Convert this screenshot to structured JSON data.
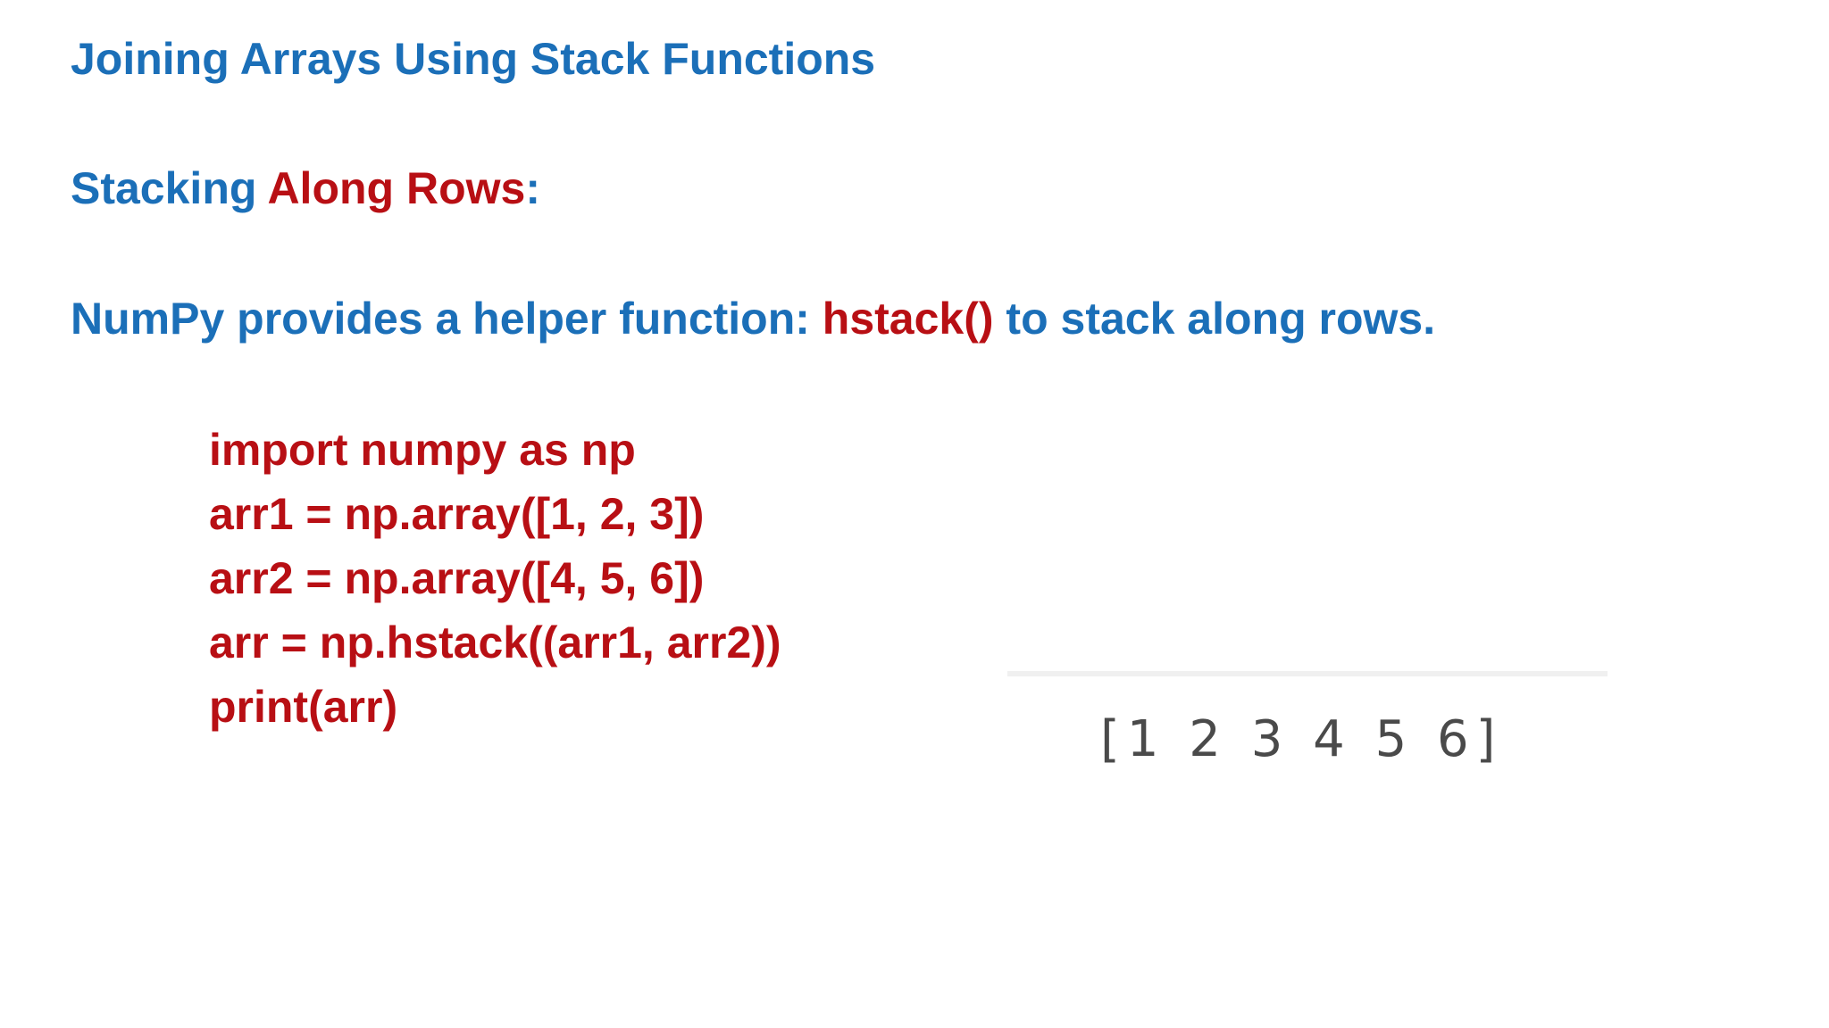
{
  "slide": {
    "title": "Joining Arrays Using Stack Functions",
    "subtitle": {
      "prefix": "Stacking ",
      "highlight": "Along Rows",
      "suffix": ":"
    },
    "description": {
      "prefix": "NumPy provides a helper function: ",
      "highlight": "hstack()",
      "suffix": " to stack along rows."
    },
    "code_lines": [
      "import numpy as np",
      "arr1 = np.array([1, 2, 3])",
      "arr2 = np.array([4, 5, 6])",
      "arr = np.hstack((arr1, arr2))",
      "print(arr)"
    ],
    "output": "[1 2 3 4 5 6]"
  },
  "colors": {
    "heading_blue": "#1b6fb8",
    "highlight_red": "#b80f14",
    "output_gray": "#4a4a4a"
  }
}
